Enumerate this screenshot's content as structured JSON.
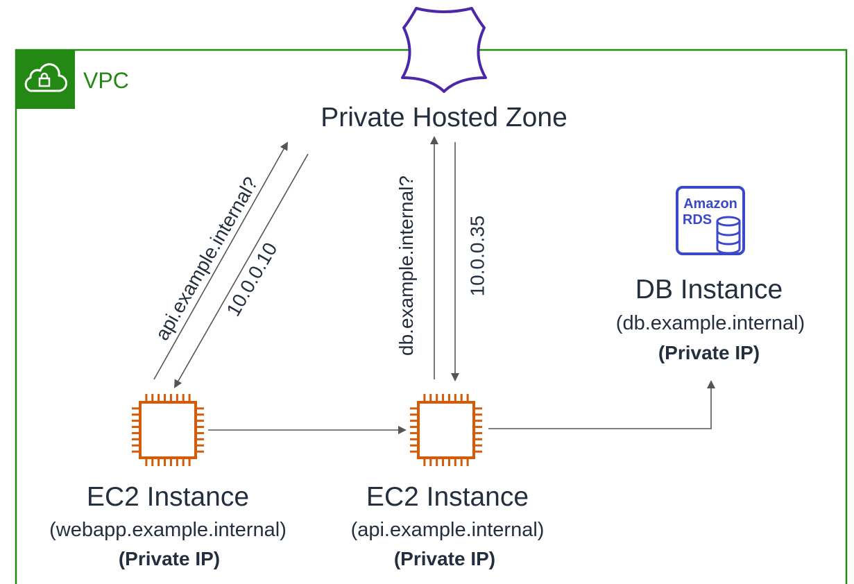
{
  "vpc": {
    "label": "VPC"
  },
  "hosted_zone": {
    "title": "Private Hosted Zone"
  },
  "edges": {
    "query_api": "api.example.internal?",
    "answer_api": "10.0.0.10",
    "query_db": "db.example.internal?",
    "answer_db": "10.0.0.35"
  },
  "nodes": {
    "webapp": {
      "title": "EC2 Instance",
      "host": "(webapp.example.internal)",
      "ip_note": "(Private IP)"
    },
    "api": {
      "title": "EC2 Instance",
      "host": "(api.example.internal)",
      "ip_note": "(Private IP)"
    },
    "db": {
      "title": "DB Instance",
      "host": "(db.example.internal)",
      "ip_note": "(Private IP)",
      "icon_text_line1": "Amazon",
      "icon_text_line2": "RDS"
    }
  },
  "colors": {
    "vpc_green": "#248814",
    "route53_purple": "#4d27aa",
    "ec2_orange": "#d45b07",
    "rds_blue": "#3b48cc",
    "arrow": "#555555",
    "text": "#232f3e"
  }
}
